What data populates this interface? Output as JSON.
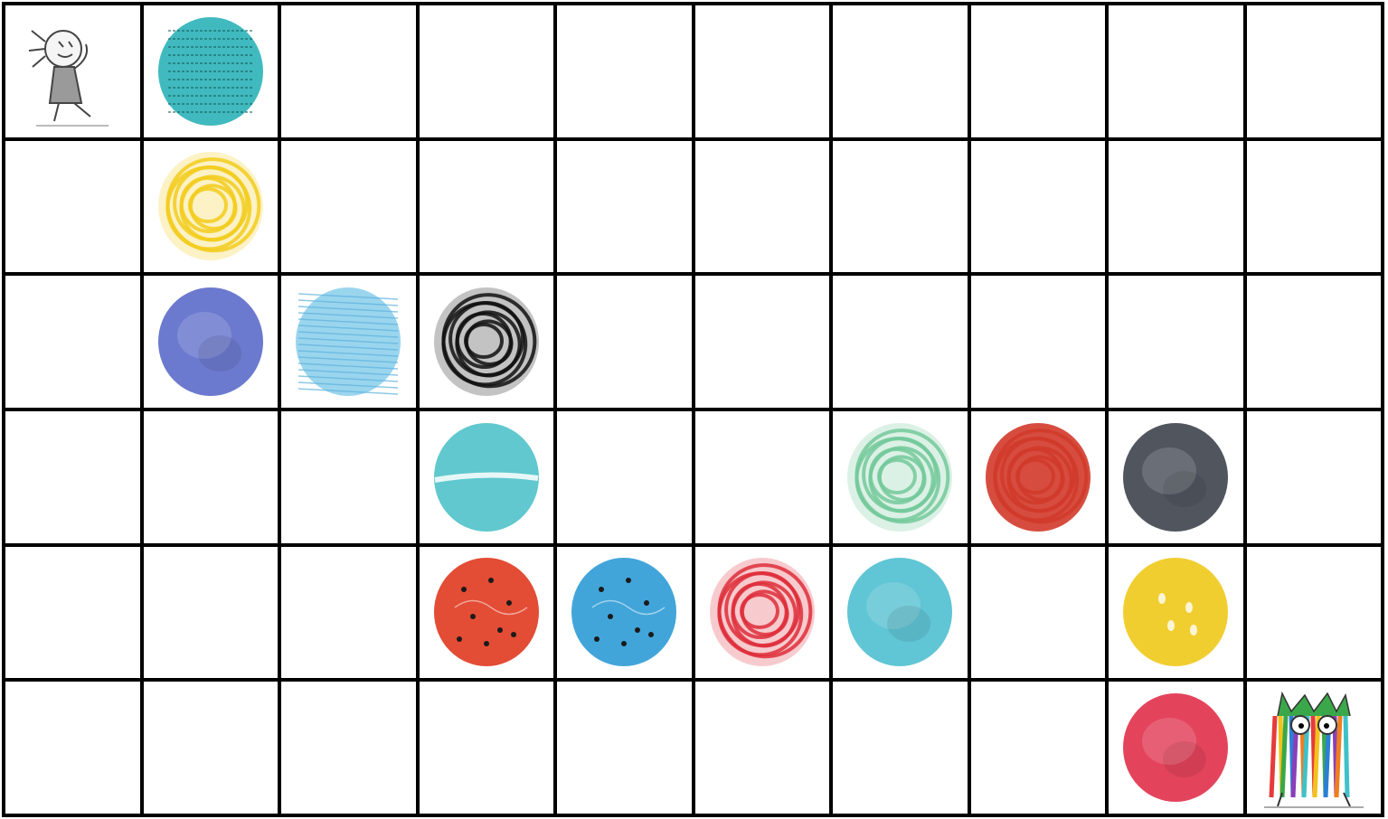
{
  "board": {
    "rows": 6,
    "cols": 10,
    "start": {
      "row": 0,
      "col": 0,
      "icon": "girl-character-icon"
    },
    "goal": {
      "row": 5,
      "col": 9,
      "icon": "color-monster-icon"
    },
    "tokens": [
      {
        "row": 0,
        "col": 1,
        "color": "#2bb3b8",
        "style": "newsprint",
        "icon": "teal-newsprint-token-icon"
      },
      {
        "row": 1,
        "col": 1,
        "color": "#f2cc1c",
        "style": "scribble",
        "icon": "yellow-scribble-token-icon"
      },
      {
        "row": 2,
        "col": 1,
        "color": "#5b6bc9",
        "style": "watercolor",
        "icon": "blue-violet-token-icon"
      },
      {
        "row": 2,
        "col": 2,
        "color": "#8fd0ec",
        "style": "texture",
        "icon": "light-blue-textured-token-icon"
      },
      {
        "row": 2,
        "col": 3,
        "color": "#111111",
        "style": "scribble",
        "icon": "black-scribble-token-icon"
      },
      {
        "row": 3,
        "col": 3,
        "color": "#4fc2c9",
        "style": "folded",
        "icon": "turquoise-folded-token-icon"
      },
      {
        "row": 3,
        "col": 6,
        "color": "#73c99a",
        "style": "scribble",
        "icon": "green-scribble-token-icon"
      },
      {
        "row": 3,
        "col": 7,
        "color": "#d13a2a",
        "style": "crayon",
        "icon": "red-brown-crayon-token-icon"
      },
      {
        "row": 3,
        "col": 8,
        "color": "#3e434c",
        "style": "watercolor",
        "icon": "dark-gray-watercolor-token-icon"
      },
      {
        "row": 4,
        "col": 3,
        "color": "#e0391f",
        "style": "dotted",
        "icon": "red-dotted-token-icon"
      },
      {
        "row": 4,
        "col": 4,
        "color": "#2c9bd6",
        "style": "dotted",
        "icon": "blue-dotted-token-icon"
      },
      {
        "row": 4,
        "col": 5,
        "color": "#de2e3a",
        "style": "scribble",
        "icon": "red-scribble-token-icon"
      },
      {
        "row": 4,
        "col": 6,
        "color": "#4fbfcf",
        "style": "watercolor",
        "icon": "cyan-watercolor-token-icon"
      },
      {
        "row": 4,
        "col": 8,
        "color": "#f0c91a",
        "style": "speckled",
        "icon": "yellow-speckled-token-icon"
      },
      {
        "row": 5,
        "col": 8,
        "color": "#e0304a",
        "style": "watercolor",
        "icon": "pink-red-token-icon"
      }
    ]
  }
}
